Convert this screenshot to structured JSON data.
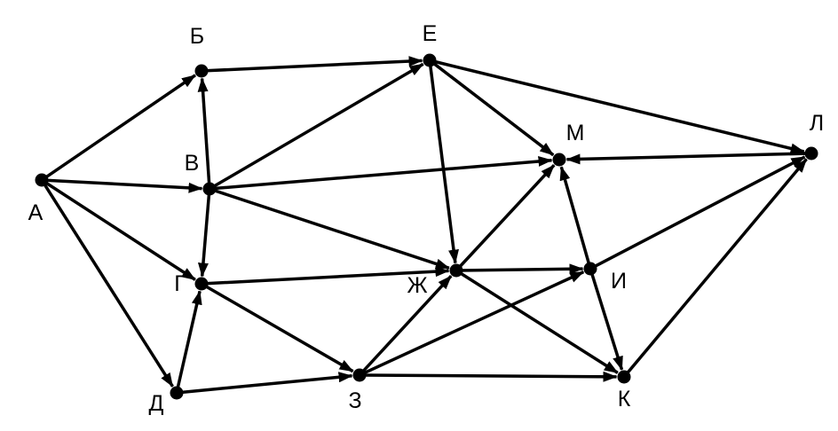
{
  "diagram": {
    "type": "directed-graph",
    "color": "#000000",
    "nodes": [
      {
        "id": "A",
        "label": "А"
      },
      {
        "id": "B",
        "label": "Б"
      },
      {
        "id": "V",
        "label": "В"
      },
      {
        "id": "G",
        "label": "Г"
      },
      {
        "id": "D",
        "label": "Д"
      },
      {
        "id": "E",
        "label": "Е"
      },
      {
        "id": "Zh",
        "label": "Ж"
      },
      {
        "id": "Z",
        "label": "З"
      },
      {
        "id": "I",
        "label": "И"
      },
      {
        "id": "K",
        "label": "К"
      },
      {
        "id": "L",
        "label": "Л"
      },
      {
        "id": "M",
        "label": "М"
      }
    ],
    "edges": [
      {
        "from": "A",
        "to": "B"
      },
      {
        "from": "A",
        "to": "V"
      },
      {
        "from": "A",
        "to": "G"
      },
      {
        "from": "A",
        "to": "D"
      },
      {
        "from": "V",
        "to": "B"
      },
      {
        "from": "B",
        "to": "E"
      },
      {
        "from": "V",
        "to": "E"
      },
      {
        "from": "V",
        "to": "M"
      },
      {
        "from": "V",
        "to": "Zh"
      },
      {
        "from": "V",
        "to": "G"
      },
      {
        "from": "D",
        "to": "G"
      },
      {
        "from": "G",
        "to": "Zh"
      },
      {
        "from": "G",
        "to": "Z"
      },
      {
        "from": "D",
        "to": "Z"
      },
      {
        "from": "E",
        "to": "M"
      },
      {
        "from": "E",
        "to": "L"
      },
      {
        "from": "E",
        "to": "Zh"
      },
      {
        "from": "L",
        "to": "M"
      },
      {
        "from": "Zh",
        "to": "M"
      },
      {
        "from": "Zh",
        "to": "I"
      },
      {
        "from": "Zh",
        "to": "K"
      },
      {
        "from": "I",
        "to": "M"
      },
      {
        "from": "I",
        "to": "L"
      },
      {
        "from": "I",
        "to": "K"
      },
      {
        "from": "Z",
        "to": "Zh"
      },
      {
        "from": "Z",
        "to": "I"
      },
      {
        "from": "Z",
        "to": "K"
      },
      {
        "from": "K",
        "to": "L"
      }
    ]
  }
}
